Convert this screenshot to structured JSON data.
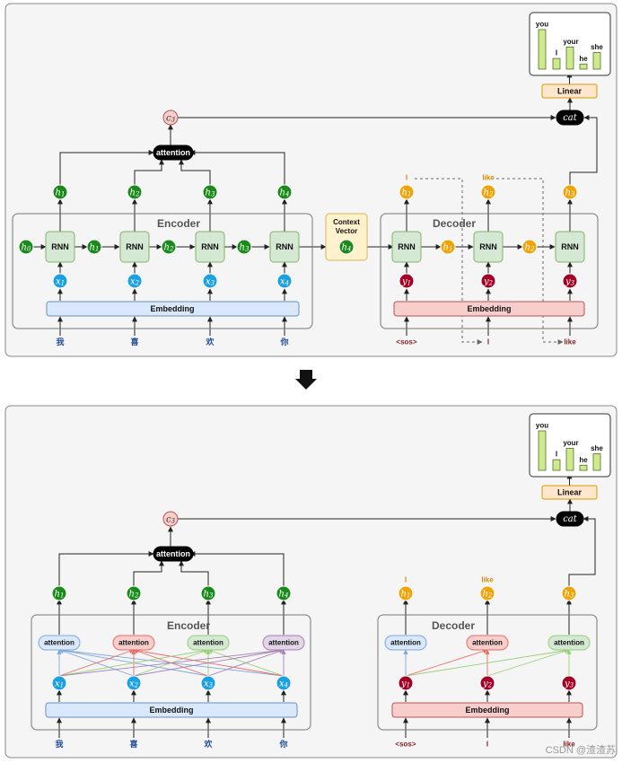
{
  "encoder_title": "Encoder",
  "decoder_title": "Decoder",
  "rnn_label": "RNN",
  "embedding_label": "Embedding",
  "attention_label": "attention",
  "context_vector_label": "Context Vector",
  "linear_label": "Linear",
  "cat_label": "cat",
  "context_symbol": "c3",
  "context_node_symbol": "h4",
  "h0_label": "h0",
  "encoder_inputs": [
    "我",
    "喜",
    "欢",
    "你"
  ],
  "encoder_x": [
    "x1",
    "x2",
    "x3",
    "x4"
  ],
  "encoder_h": [
    "h1",
    "h2",
    "h3",
    "h4"
  ],
  "decoder_inputs": [
    "<sos>",
    "I",
    "like"
  ],
  "decoder_y": [
    "y1",
    "y2",
    "y3"
  ],
  "decoder_h": [
    "h1",
    "h2",
    "h3"
  ],
  "decoder_outputs": [
    "I",
    "like"
  ],
  "vocab_chart": {
    "words": [
      "you",
      "I",
      "your",
      "he",
      "she"
    ],
    "values": [
      1.0,
      0.27,
      0.56,
      0.13,
      0.42
    ]
  },
  "watermark": "CSDN @渣渣苏",
  "colors": {
    "rnn_fill": "#d5e8d4",
    "rnn_stroke": "#82b366",
    "embed_enc_fill": "#dae8fc",
    "embed_enc_stroke": "#6c8ebf",
    "embed_dec_fill": "#f8cecc",
    "embed_dec_stroke": "#b85450",
    "enc_state": "#1a8a1a",
    "x_node": "#1ba1e2",
    "dec_state": "#f0a30a",
    "y_node": "#a20025",
    "context_fill": "#fff2cc",
    "context_stroke": "#d6b656",
    "linear_fill": "#ffe6cc",
    "linear_stroke": "#d79b00",
    "bar_fill": "#cdeb8b",
    "c_fill": "#f8cecc",
    "attn_blue": "#7ea6e0",
    "attn_red": "#ea6b66",
    "attn_green": "#97d077",
    "attn_purple": "#a680b8"
  }
}
